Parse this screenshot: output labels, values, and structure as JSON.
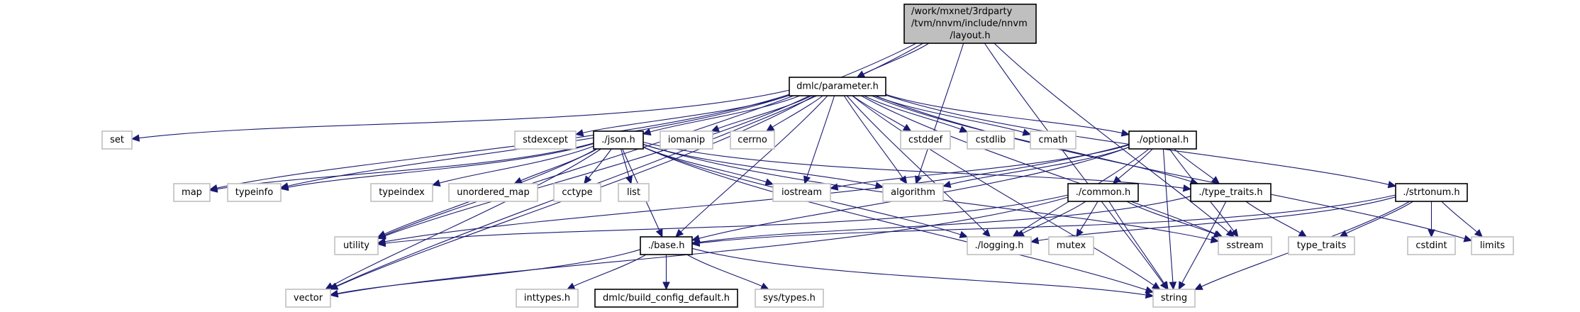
{
  "title": "Include dependency graph for layout.h",
  "colors": {
    "edge": "#191970",
    "root_fill": "#bfbfbf",
    "internal_border": "#000000",
    "external_border": "#bfbfbf"
  },
  "nodes": [
    {
      "id": "layout",
      "label": [
        "/work/mxnet/3rdparty",
        "/tvm/nnvm/include/nnvm",
        "/layout.h"
      ],
      "kind": "root"
    },
    {
      "id": "parameter",
      "label": [
        "dmlc/parameter.h"
      ],
      "kind": "internal"
    },
    {
      "id": "set",
      "label": [
        "set"
      ],
      "kind": "external"
    },
    {
      "id": "stdexcept",
      "label": [
        "stdexcept"
      ],
      "kind": "external"
    },
    {
      "id": "json",
      "label": [
        "./json.h"
      ],
      "kind": "internal"
    },
    {
      "id": "iomanip",
      "label": [
        "iomanip"
      ],
      "kind": "external"
    },
    {
      "id": "cerrno",
      "label": [
        "cerrno"
      ],
      "kind": "external"
    },
    {
      "id": "cstddef",
      "label": [
        "cstddef"
      ],
      "kind": "external"
    },
    {
      "id": "cstdlib",
      "label": [
        "cstdlib"
      ],
      "kind": "external"
    },
    {
      "id": "cmath",
      "label": [
        "cmath"
      ],
      "kind": "external"
    },
    {
      "id": "optional",
      "label": [
        "./optional.h"
      ],
      "kind": "internal"
    },
    {
      "id": "map",
      "label": [
        "map"
      ],
      "kind": "external"
    },
    {
      "id": "typeinfo",
      "label": [
        "typeinfo"
      ],
      "kind": "external"
    },
    {
      "id": "typeindex",
      "label": [
        "typeindex"
      ],
      "kind": "external"
    },
    {
      "id": "unordered_map",
      "label": [
        "unordered_map"
      ],
      "kind": "external"
    },
    {
      "id": "cctype",
      "label": [
        "cctype"
      ],
      "kind": "external"
    },
    {
      "id": "list",
      "label": [
        "list"
      ],
      "kind": "external"
    },
    {
      "id": "iostream",
      "label": [
        "iostream"
      ],
      "kind": "external"
    },
    {
      "id": "algorithm",
      "label": [
        "algorithm"
      ],
      "kind": "external"
    },
    {
      "id": "common",
      "label": [
        "./common.h"
      ],
      "kind": "internal"
    },
    {
      "id": "type_traits_h",
      "label": [
        "./type_traits.h"
      ],
      "kind": "internal"
    },
    {
      "id": "strtonum",
      "label": [
        "./strtonum.h"
      ],
      "kind": "internal"
    },
    {
      "id": "utility",
      "label": [
        "utility"
      ],
      "kind": "external"
    },
    {
      "id": "base",
      "label": [
        "./base.h"
      ],
      "kind": "internal"
    },
    {
      "id": "logging",
      "label": [
        "./logging.h"
      ],
      "kind": "internal_gray"
    },
    {
      "id": "mutex",
      "label": [
        "mutex"
      ],
      "kind": "external"
    },
    {
      "id": "sstream",
      "label": [
        "sstream"
      ],
      "kind": "external"
    },
    {
      "id": "type_traits",
      "label": [
        "type_traits"
      ],
      "kind": "external"
    },
    {
      "id": "cstdint",
      "label": [
        "cstdint"
      ],
      "kind": "external"
    },
    {
      "id": "limits",
      "label": [
        "limits"
      ],
      "kind": "external"
    },
    {
      "id": "vector",
      "label": [
        "vector"
      ],
      "kind": "external"
    },
    {
      "id": "inttypes",
      "label": [
        "inttypes.h"
      ],
      "kind": "external"
    },
    {
      "id": "build_config",
      "label": [
        "dmlc/build_config_default.h"
      ],
      "kind": "internal"
    },
    {
      "id": "systypes",
      "label": [
        "sys/types.h"
      ],
      "kind": "external"
    },
    {
      "id": "string",
      "label": [
        "string"
      ],
      "kind": "external"
    }
  ],
  "edges": [
    [
      "layout",
      "parameter"
    ],
    [
      "layout",
      "utility"
    ],
    [
      "layout",
      "vector"
    ],
    [
      "layout",
      "algorithm"
    ],
    [
      "layout",
      "sstream"
    ],
    [
      "layout",
      "string"
    ],
    [
      "parameter",
      "set"
    ],
    [
      "parameter",
      "stdexcept"
    ],
    [
      "parameter",
      "json"
    ],
    [
      "parameter",
      "iomanip"
    ],
    [
      "parameter",
      "cerrno"
    ],
    [
      "parameter",
      "cstddef"
    ],
    [
      "parameter",
      "cstdlib"
    ],
    [
      "parameter",
      "cmath"
    ],
    [
      "parameter",
      "optional"
    ],
    [
      "parameter",
      "type_traits_h"
    ],
    [
      "parameter",
      "strtonum"
    ],
    [
      "parameter",
      "limits"
    ],
    [
      "parameter",
      "string"
    ],
    [
      "parameter",
      "sstream"
    ],
    [
      "parameter",
      "iostream"
    ],
    [
      "parameter",
      "algorithm"
    ],
    [
      "parameter",
      "logging"
    ],
    [
      "parameter",
      "base"
    ],
    [
      "parameter",
      "map"
    ],
    [
      "parameter",
      "typeinfo"
    ],
    [
      "parameter",
      "utility"
    ],
    [
      "parameter",
      "vector"
    ],
    [
      "json",
      "map"
    ],
    [
      "json",
      "typeinfo"
    ],
    [
      "json",
      "typeindex"
    ],
    [
      "json",
      "unordered_map"
    ],
    [
      "json",
      "cctype"
    ],
    [
      "json",
      "list"
    ],
    [
      "json",
      "iostream"
    ],
    [
      "json",
      "algorithm"
    ],
    [
      "json",
      "base"
    ],
    [
      "json",
      "logging"
    ],
    [
      "json",
      "string"
    ],
    [
      "json",
      "vector"
    ],
    [
      "json",
      "utility"
    ],
    [
      "json",
      "type_traits_h"
    ],
    [
      "json",
      "sstream"
    ],
    [
      "optional",
      "iostream"
    ],
    [
      "optional",
      "algorithm"
    ],
    [
      "optional",
      "common"
    ],
    [
      "optional",
      "type_traits_h"
    ],
    [
      "optional",
      "logging"
    ],
    [
      "optional",
      "base"
    ],
    [
      "optional",
      "string"
    ],
    [
      "optional",
      "utility"
    ],
    [
      "optional",
      "sstream"
    ],
    [
      "common",
      "utility"
    ],
    [
      "common",
      "vector"
    ],
    [
      "common",
      "logging"
    ],
    [
      "common",
      "mutex"
    ],
    [
      "common",
      "string"
    ],
    [
      "common",
      "sstream"
    ],
    [
      "type_traits_h",
      "base"
    ],
    [
      "type_traits_h",
      "string"
    ],
    [
      "type_traits_h",
      "type_traits"
    ],
    [
      "strtonum",
      "base"
    ],
    [
      "strtonum",
      "logging"
    ],
    [
      "strtonum",
      "type_traits"
    ],
    [
      "strtonum",
      "cstdint"
    ],
    [
      "strtonum",
      "limits"
    ],
    [
      "strtonum",
      "string"
    ],
    [
      "base",
      "vector"
    ],
    [
      "base",
      "inttypes"
    ],
    [
      "base",
      "build_config"
    ],
    [
      "base",
      "systypes"
    ],
    [
      "base",
      "string"
    ]
  ]
}
